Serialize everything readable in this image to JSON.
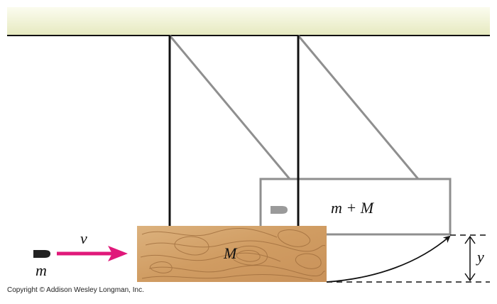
{
  "labels": {
    "velocity": "v",
    "bullet": "m",
    "block": "M",
    "combined": "m + M",
    "height": "y"
  },
  "copyright": "Copyright © Addison Wesley Longman, Inc.",
  "colors": {
    "ceiling": "#eef0cf",
    "string_initial": "#111111",
    "string_final": "#8f8f8f",
    "arrow": "#e0187a",
    "wood": "#d4a46c",
    "wood_grain": "#9c6a3a"
  },
  "icons": {
    "bullet": "bullet-icon",
    "velocity_arrow": "arrow-right-icon"
  }
}
